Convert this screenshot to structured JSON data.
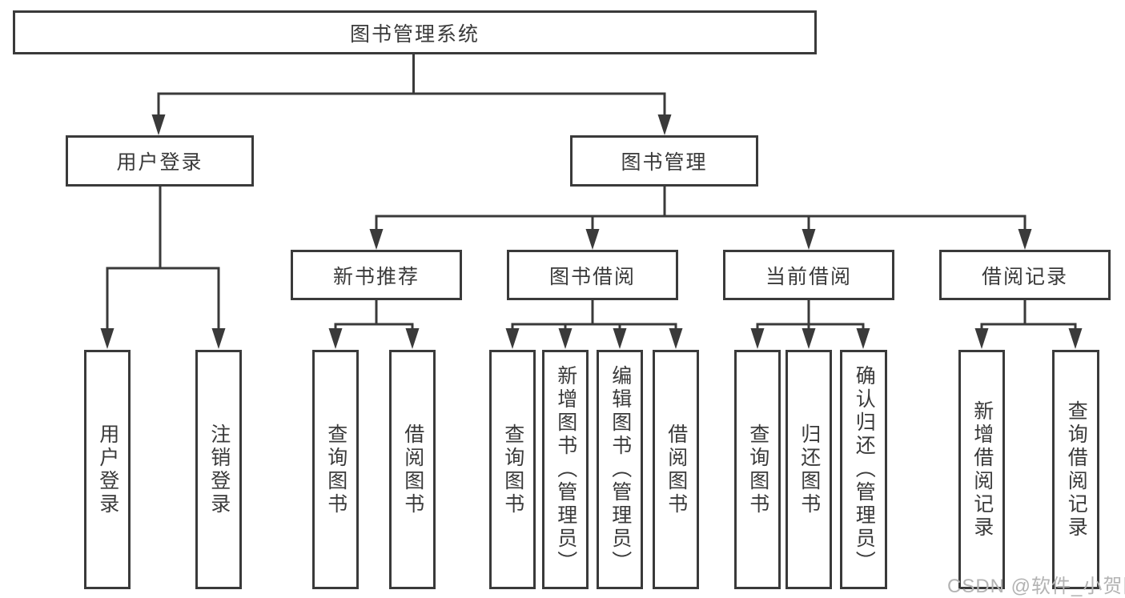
{
  "colors": {
    "line": "#3a3a3a",
    "text": "#3a3a3a",
    "watermark": "#b3b3b3",
    "background": "#ffffff"
  },
  "watermark": {
    "text": "CSDN @软件_小贺同学"
  },
  "tree": {
    "label": "图书管理系统",
    "children": [
      {
        "label": "用户登录",
        "children": [
          {
            "label": "用户登录"
          },
          {
            "label": "注销登录"
          }
        ]
      },
      {
        "label": "图书管理",
        "children": [
          {
            "label": "新书推荐",
            "children": [
              {
                "label": "查询图书"
              },
              {
                "label": "借阅图书"
              }
            ]
          },
          {
            "label": "图书借阅",
            "children": [
              {
                "label": "查询图书"
              },
              {
                "label": "新增图书（管理员）"
              },
              {
                "label": "编辑图书（管理员）"
              },
              {
                "label": "借阅图书"
              }
            ]
          },
          {
            "label": "当前借阅",
            "children": [
              {
                "label": "查询图书"
              },
              {
                "label": "归还图书"
              },
              {
                "label": "确认归还（管理员）"
              }
            ]
          },
          {
            "label": "借阅记录",
            "children": [
              {
                "label": "新增借阅记录"
              },
              {
                "label": "查询借阅记录"
              }
            ]
          }
        ]
      }
    ]
  }
}
